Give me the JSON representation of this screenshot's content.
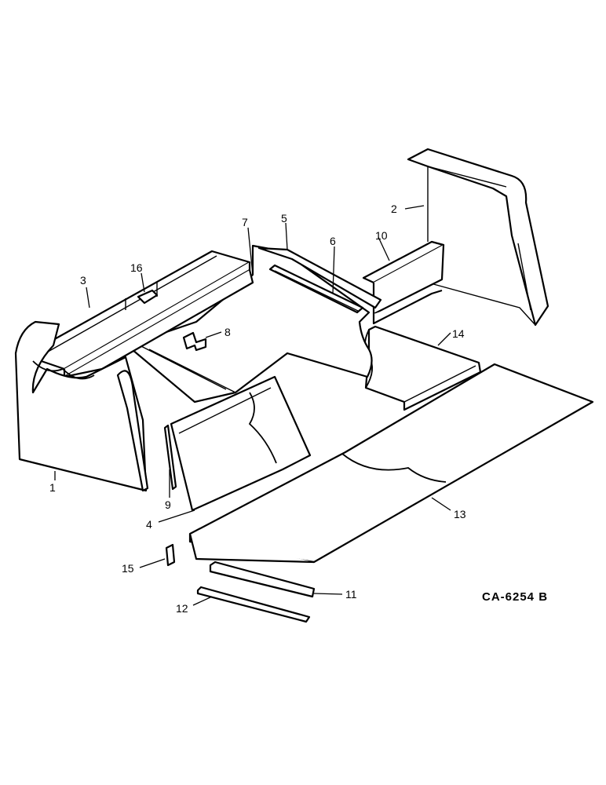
{
  "diagram": {
    "drawing_code": "CA-6254 B",
    "callouts": [
      "1",
      "2",
      "3",
      "4",
      "5",
      "6",
      "7",
      "8",
      "9",
      "10",
      "11",
      "12",
      "13",
      "14",
      "15",
      "16"
    ]
  }
}
